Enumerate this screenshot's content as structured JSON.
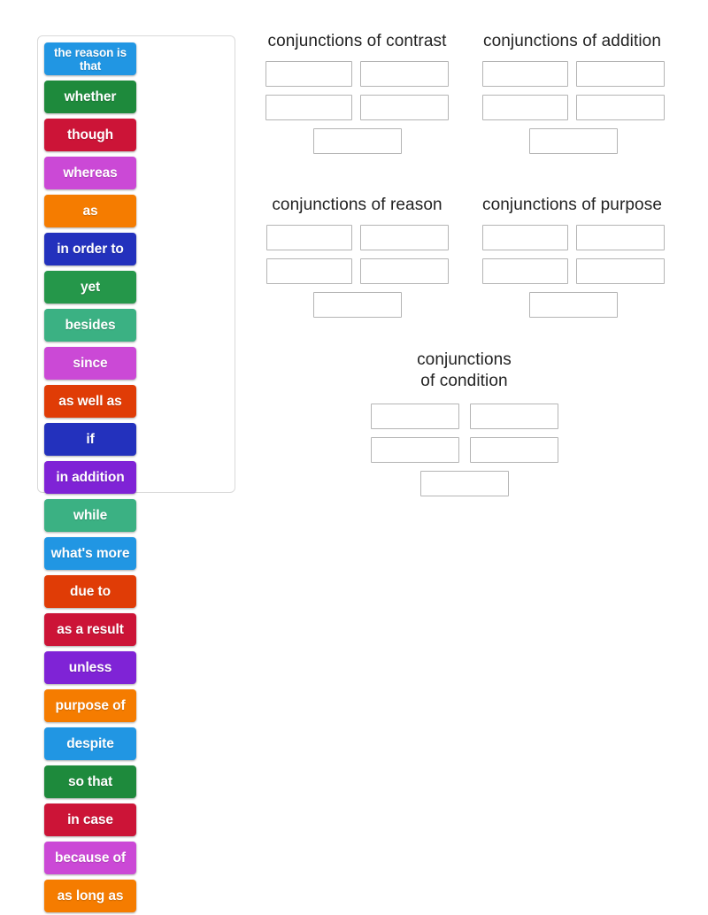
{
  "activity": {
    "type": "group-sort",
    "tile_panel": {
      "label": "word tile bank",
      "tiles": [
        {
          "text": "the reason is that",
          "color": "#2196e3",
          "two_line": true
        },
        {
          "text": "whether",
          "color": "#1e8a3c",
          "two_line": false
        },
        {
          "text": "though",
          "color": "#cc1437",
          "two_line": false
        },
        {
          "text": "whereas",
          "color": "#cb49d6",
          "two_line": false
        },
        {
          "text": "as",
          "color": "#f57c00",
          "two_line": false
        },
        {
          "text": "in order to",
          "color": "#2331bd",
          "two_line": false
        },
        {
          "text": "yet",
          "color": "#25974a",
          "two_line": false
        },
        {
          "text": "besides",
          "color": "#3bb183",
          "two_line": false
        },
        {
          "text": "since",
          "color": "#cb49d6",
          "two_line": false
        },
        {
          "text": "as well as",
          "color": "#e03c06",
          "two_line": false
        },
        {
          "text": "if",
          "color": "#2331bd",
          "two_line": false
        },
        {
          "text": "in addition",
          "color": "#7f23d6",
          "two_line": false
        },
        {
          "text": "while",
          "color": "#3bb183",
          "two_line": false
        },
        {
          "text": "what's more",
          "color": "#2196e3",
          "two_line": false
        },
        {
          "text": "due to",
          "color": "#e03c06",
          "two_line": false
        },
        {
          "text": "as a result",
          "color": "#cc1437",
          "two_line": false
        },
        {
          "text": "unless",
          "color": "#7f23d6",
          "two_line": false
        },
        {
          "text": "purpose of",
          "color": "#f57c00",
          "two_line": false
        },
        {
          "text": "despite",
          "color": "#2196e3",
          "two_line": false
        },
        {
          "text": "so that",
          "color": "#1e8a3c",
          "two_line": false
        },
        {
          "text": "in case",
          "color": "#cc1437",
          "two_line": false
        },
        {
          "text": "because of",
          "color": "#cb49d6",
          "two_line": false
        },
        {
          "text": "as long as",
          "color": "#f57c00",
          "two_line": false
        }
      ]
    },
    "categories": [
      {
        "id": "contrast",
        "title": "conjunctions of contrast",
        "slot_count": 5,
        "slots": [
          "",
          "",
          "",
          "",
          ""
        ]
      },
      {
        "id": "addition",
        "title": "conjunctions of addition",
        "slot_count": 5,
        "slots": [
          "",
          "",
          "",
          "",
          ""
        ]
      },
      {
        "id": "reason",
        "title": "conjunctions of reason",
        "slot_count": 5,
        "slots": [
          "",
          "",
          "",
          "",
          ""
        ]
      },
      {
        "id": "purpose",
        "title": "conjunctions of purpose",
        "slot_count": 5,
        "slots": [
          "",
          "",
          "",
          "",
          ""
        ]
      },
      {
        "id": "condition",
        "title": "conjunctions\nof condition",
        "slot_count": 5,
        "slots": [
          "",
          "",
          "",
          "",
          ""
        ]
      }
    ]
  },
  "colors": {
    "page_background": "#ffffff",
    "panel_border": "#d9d9d9",
    "slot_border": "#b4b4b4",
    "title_text": "#222222",
    "tile_text": "#ffffff"
  }
}
